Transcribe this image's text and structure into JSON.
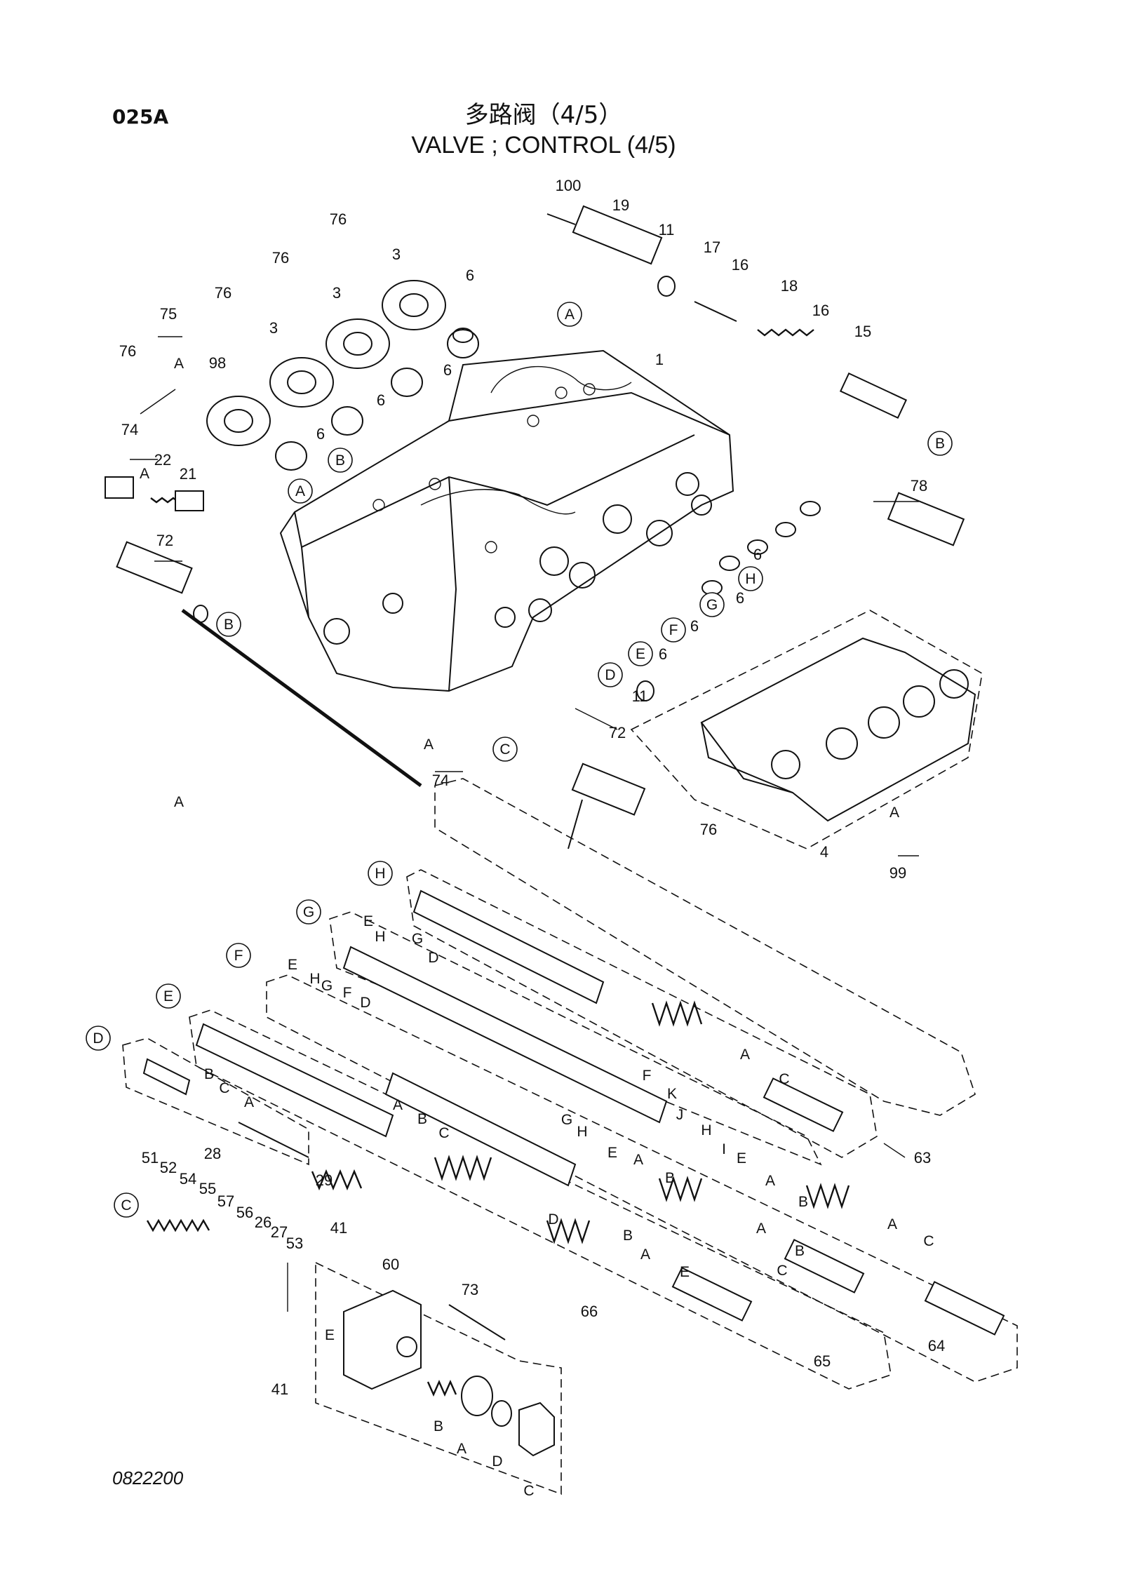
{
  "page_code": "025A",
  "title_cn": "多路阀（4/5）",
  "title_en": "VALVE ; CONTROL (4/5)",
  "drawing_number": "0822200",
  "part_callouts": [
    "100",
    "19",
    "11",
    "17",
    "16",
    "18",
    "16",
    "15",
    "76",
    "3",
    "76",
    "3",
    "76",
    "3",
    "6",
    "6",
    "6",
    "6",
    "75",
    "76",
    "98",
    "1",
    "74",
    "22",
    "21",
    "78",
    "72",
    "6",
    "6",
    "6",
    "6",
    "11",
    "72",
    "74",
    "76",
    "4",
    "99",
    "28",
    "29",
    "41",
    "60",
    "73",
    "41",
    "51",
    "52",
    "54",
    "55",
    "57",
    "56",
    "26",
    "27",
    "53",
    "66",
    "65",
    "64",
    "63"
  ],
  "circled_refs": [
    "A",
    "B",
    "B",
    "A",
    "B",
    "H",
    "G",
    "F",
    "E",
    "D",
    "C",
    "H",
    "G",
    "F",
    "E",
    "D",
    "C"
  ],
  "sub_letters": [
    "A",
    "A",
    "A",
    "A",
    "A",
    "E",
    "H",
    "G",
    "D",
    "E",
    "H",
    "G",
    "F",
    "D",
    "B",
    "C",
    "A",
    "A",
    "B",
    "C",
    "D",
    "B",
    "A",
    "E",
    "G",
    "H",
    "E",
    "A",
    "B",
    "F",
    "K",
    "J",
    "H",
    "I",
    "E",
    "A",
    "B",
    "A",
    "C",
    "A",
    "B",
    "C",
    "A",
    "C",
    "E",
    "B",
    "A",
    "D",
    "C"
  ]
}
